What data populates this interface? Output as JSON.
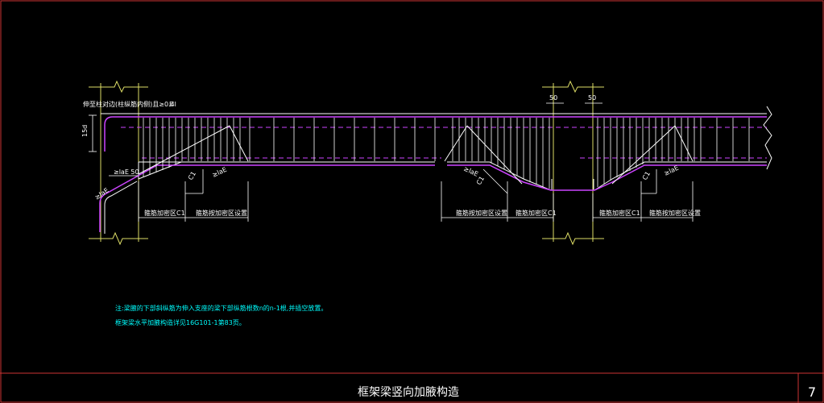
{
  "labels": {
    "top_anchor": "伸至柱对边(柱纵筋内侧)且≥0.4l",
    "top_anchor_suffix": "E",
    "anchor_15d": "15d",
    "lae_50": "≥laE  50",
    "lae_diag": "≥laE",
    "c1_a": "C1",
    "lae_a": "≥laE",
    "c1_b": "C1",
    "lae_b": "≥laE",
    "c1_c": "C1",
    "lae_c": "≥laE",
    "dim_50_left": "50",
    "dim_50_right": "50",
    "left_c1_zone": "箍筋加密区C1",
    "left_stirrup_zone": "箍筋按加密区设置",
    "mid_stirrup_zone": "箍筋按加密区设置",
    "mid_c1_zone": "箍筋加密区C1",
    "right_c1_zone": "箍筋加密区C1",
    "right_stirrup_zone": "箍筋按加密区设置"
  },
  "notes": [
    "注:梁腋的下部斜纵筋为伸入支座的梁下部纵筋根数n的n-1根,并插空放置。",
    "框架梁水平加腋构造详见16G101-1第83页。"
  ],
  "title_block": {
    "title": "框架梁竖向加腋构造",
    "page_number": "7"
  },
  "colors": {
    "beam": "#ffffff",
    "haunch_bar": "#cc44ff",
    "column": "#dddd66",
    "notes": "#00ffff",
    "frame": "#cc3333"
  }
}
